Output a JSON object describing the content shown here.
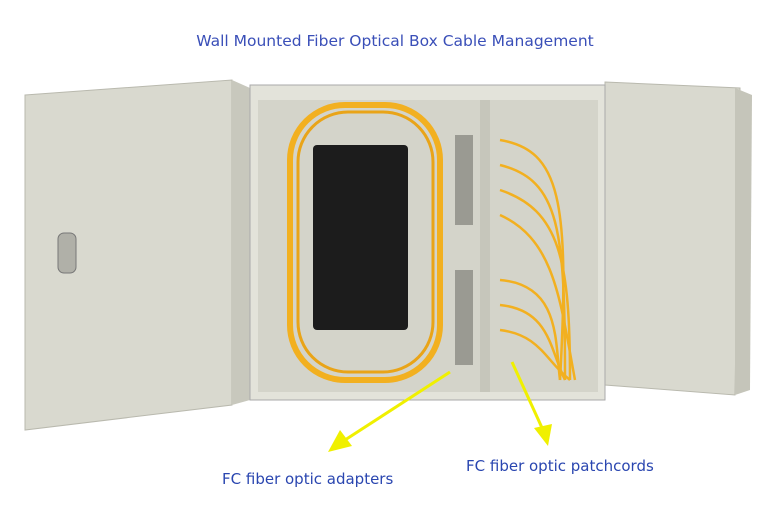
{
  "title": "Wall Mounted Fiber Optical Box Cable Management",
  "annotations": [
    {
      "label": "FC fiber optic adapters"
    },
    {
      "label": "FC fiber optic patchcords"
    }
  ],
  "colors": {
    "title": "#3a4fb8",
    "label": "#2a46b0",
    "arrow": "#f0f000",
    "box": "#dcdcd2",
    "fiber": "#f2b020"
  }
}
